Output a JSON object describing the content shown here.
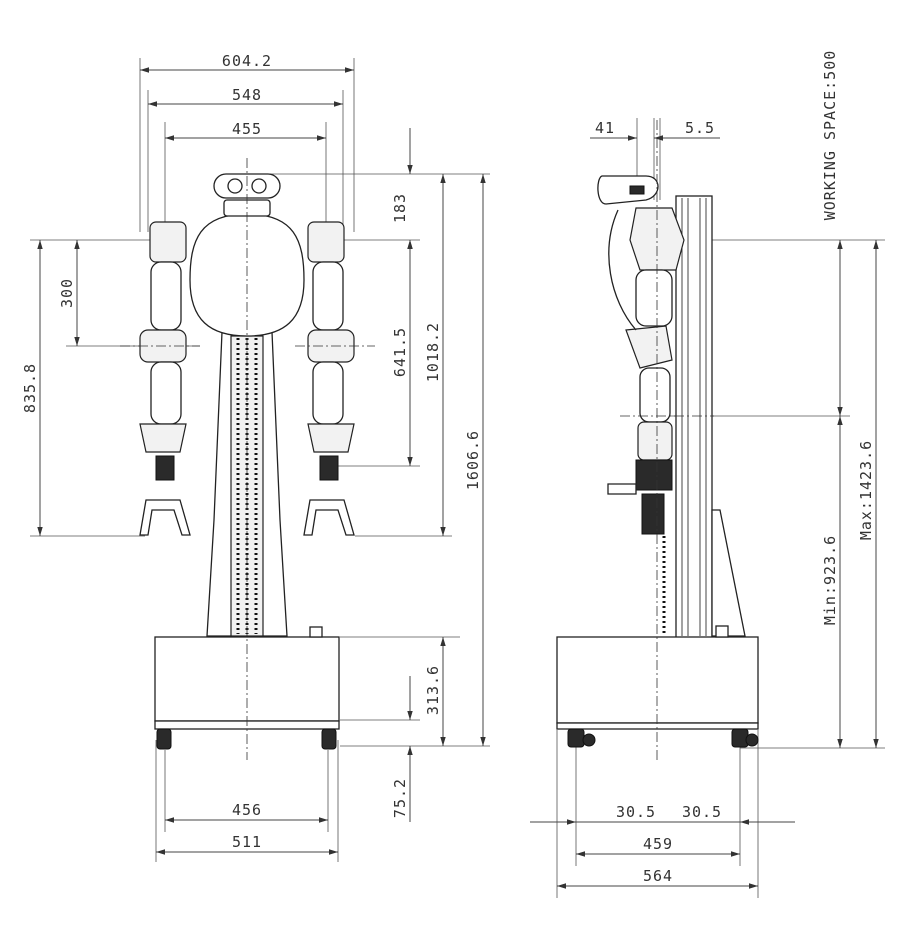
{
  "dimensions": {
    "front": {
      "width_overall": "604.2",
      "width_arm_span": "548",
      "width_shoulders": "455",
      "head_height": "183",
      "shoulder_to_elbow": "300",
      "arm_length": "835.8",
      "shoulder_to_wrist": "641.5",
      "head_to_wrist": "1018.2",
      "total_height": "1606.6",
      "base_height": "313.6",
      "wheel_height": "75.2",
      "wheel_track": "456",
      "base_width": "511"
    },
    "side": {
      "head_offset": "41",
      "offset_small": "5.5",
      "working_space": "WORKING SPACE:500",
      "lift_max": "Max:1423.6",
      "lift_min": "Min:923.6",
      "wheel_inset_left": "30.5",
      "wheel_inset_right": "30.5",
      "wheel_base": "459",
      "base_depth": "564"
    }
  }
}
